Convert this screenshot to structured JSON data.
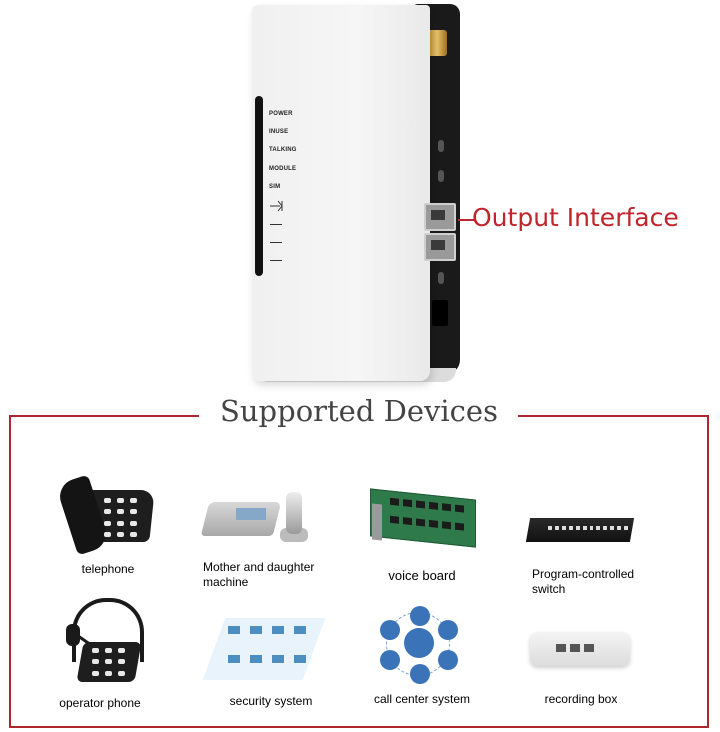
{
  "product": {
    "led_labels": [
      "POWER",
      "INUSE",
      "TALKING",
      "MODULE",
      "SIM"
    ],
    "output_label": "Output Interface"
  },
  "supported": {
    "title": "Supported Devices",
    "devices": [
      {
        "label": "telephone",
        "icon": "telephone-icon"
      },
      {
        "label": "Mother and daughter machine",
        "icon": "cordless-phone-icon"
      },
      {
        "label": "voice board",
        "icon": "voice-board-icon"
      },
      {
        "label": "Program-controlled switch",
        "icon": "network-switch-icon"
      },
      {
        "label": "operator phone",
        "icon": "headset-phone-icon"
      },
      {
        "label": "security system",
        "icon": "security-system-icon"
      },
      {
        "label": "call center system",
        "icon": "call-center-icon"
      },
      {
        "label": "recording box",
        "icon": "recording-box-icon"
      }
    ]
  },
  "colors": {
    "accent_red": "#c0242c",
    "frame_red": "#b0262d",
    "title_gray": "#444444"
  }
}
